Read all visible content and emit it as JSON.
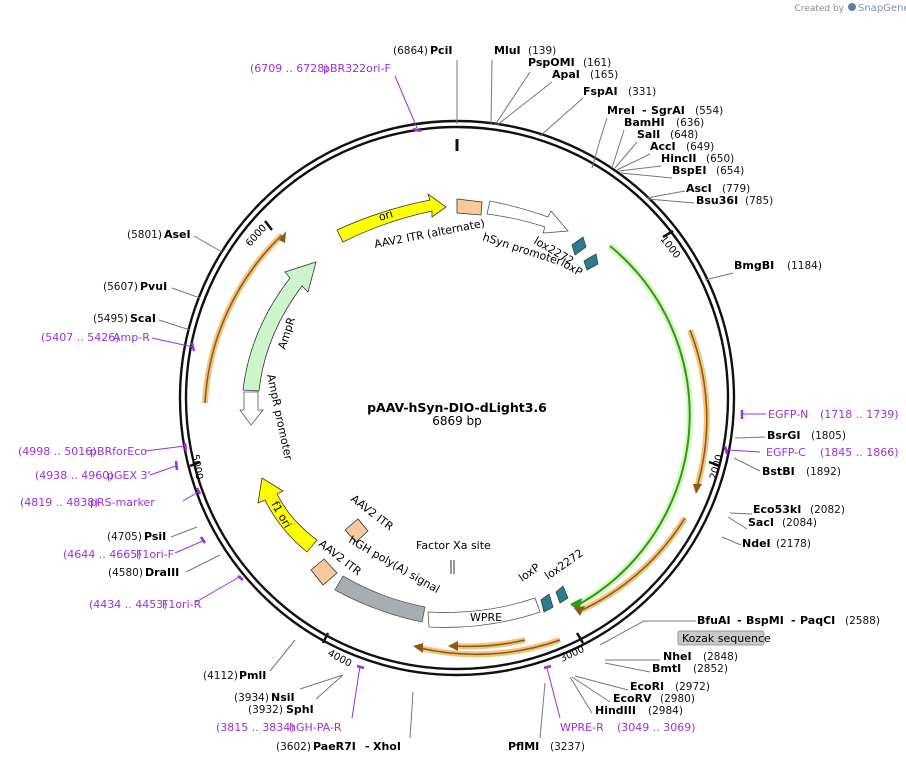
{
  "header": {
    "created_by": "Created by",
    "brand": "SnapGene",
    "brand_color": "#5b7fa8"
  },
  "plasmid": {
    "name": "pAAV-hSyn-DIO-dLight3.6",
    "length": "6869 bp"
  },
  "ticks": [
    "1000",
    "2000",
    "3000",
    "4000",
    "5000",
    "6000"
  ],
  "enzymes": [
    {
      "pos": "(6864)",
      "name": "PciI"
    },
    {
      "name": "MluI",
      "pos": "(139)"
    },
    {
      "name": "PspOMI",
      "pos": "(161)"
    },
    {
      "name": "ApaI",
      "pos": "(165)"
    },
    {
      "name": "FspAI",
      "pos": "(331)"
    },
    {
      "name": "MreI",
      "sep": "-",
      "name2": "SgrAI",
      "pos": "(554)"
    },
    {
      "name": "BamHI",
      "pos": "(636)"
    },
    {
      "name": "SalI",
      "pos": "(648)"
    },
    {
      "name": "AccI",
      "pos": "(649)"
    },
    {
      "name": "HincII",
      "pos": "(650)"
    },
    {
      "name": "BspEI",
      "pos": "(654)"
    },
    {
      "name": "AscI",
      "pos": "(779)"
    },
    {
      "name": "Bsu36I",
      "pos": "(785)"
    },
    {
      "name": "BmgBI",
      "pos": "(1184)"
    },
    {
      "name": "BsrGI",
      "pos": "(1805)"
    },
    {
      "name": "BstBI",
      "pos": "(1892)"
    },
    {
      "name": "Eco53kI",
      "pos": "(2082)"
    },
    {
      "name": "SacI",
      "pos": "(2084)"
    },
    {
      "name": "NdeI",
      "pos": "(2178)"
    },
    {
      "name": "BfuAI",
      "sep": "-",
      "name2": "BspMI",
      "sep2": "-",
      "name3": "PaqCI",
      "pos": "(2588)"
    },
    {
      "name": "NheI",
      "pos": "(2848)"
    },
    {
      "name": "BmtI",
      "pos": "(2852)"
    },
    {
      "name": "EcoRI",
      "pos": "(2972)"
    },
    {
      "name": "EcoRV",
      "pos": "(2980)"
    },
    {
      "name": "HindIII",
      "pos": "(2984)"
    },
    {
      "name": "PflMI",
      "pos": "(3237)"
    },
    {
      "pos": "(3602)",
      "name": "PaeR7I",
      "sep": "-",
      "name2": "XhoI"
    },
    {
      "pos": "(3932)",
      "name": "SphI"
    },
    {
      "pos": "(3934)",
      "name": "NsiI"
    },
    {
      "pos": "(4112)",
      "name": "PmlI"
    },
    {
      "pos": "(4580)",
      "name": "DraIII"
    },
    {
      "pos": "(4705)",
      "name": "PsiI"
    },
    {
      "pos": "(5495)",
      "name": "ScaI"
    },
    {
      "pos": "(5607)",
      "name": "PvuI"
    },
    {
      "pos": "(5801)",
      "name": "AseI"
    }
  ],
  "primers": [
    {
      "range": "(6709 .. 6728)",
      "name": "pBR322ori-F"
    },
    {
      "name": "EGFP-N",
      "range": "(1718 .. 1739)"
    },
    {
      "name": "EGFP-C",
      "range": "(1845 .. 1866)"
    },
    {
      "name": "WPRE-R",
      "range": "(3049 .. 3069)"
    },
    {
      "range": "(3815 .. 3834)",
      "name": "hGH-PA-R"
    },
    {
      "range": "(4434 .. 4453)",
      "name": "F1ori-R"
    },
    {
      "range": "(4644 .. 4665)",
      "name": "F1ori-F"
    },
    {
      "range": "(4819 .. 4838)",
      "name": "pRS-marker"
    },
    {
      "range": "(4938 .. 4960)",
      "name": "pGEX 3'"
    },
    {
      "range": "(4998 .. 5016)",
      "name": "pBRforEco"
    },
    {
      "range": "(5407 .. 5426)",
      "name": "Amp-R"
    }
  ],
  "features": {
    "ori": "ori",
    "aav2_itr_alt": "AAV2 ITR (alternate)",
    "hsyn": "hSyn promoter",
    "lox2272_top": "lox2272",
    "loxp_top": "loxP",
    "ampr": "AmpR",
    "ampr_promoter": "AmpR promoter",
    "f1ori": "f1 ori",
    "aav2_itr_1": "AAV2 ITR",
    "aav2_itr_2": "AAV2 ITR",
    "factor_xa": "Factor Xa site",
    "hgh": "hGH poly(A) signal",
    "wpre": "WPRE",
    "loxp_bottom": "loxP",
    "lox2272_bottom": "lox2272",
    "kozak": "Kozak sequence"
  },
  "colors": {
    "backbone": "#111111",
    "enzyme_line": "#777777",
    "primer": "#9b30d9",
    "ori": "#ffff00",
    "ampr": "#ccf5cc",
    "itr": "#f9c89b",
    "hgh": "#a8adb2",
    "lox": "#2e7b8c",
    "insert": "#2e9c0e",
    "orf_glow": "#f2c27f",
    "orf_arrow": "#8a5a10"
  }
}
